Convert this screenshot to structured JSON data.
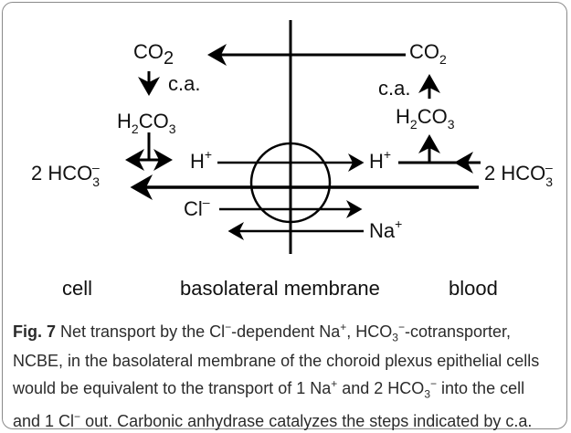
{
  "labels": {
    "co2": "CO",
    "two": "2",
    "ca": "c.a.",
    "h2co3_h": "H",
    "h2co3_co": "CO",
    "three": "3",
    "hplus_h": "H",
    "plus": "+",
    "hco3_coef": "2 HCO",
    "minus": "–",
    "cl": "Cl",
    "na": "Na"
  },
  "bottom_labels": {
    "cell": "cell",
    "membrane": "basolateral membrane",
    "blood": "blood"
  },
  "caption": {
    "fig_label": "Fig. 7",
    "text_1": "Net transport by the Cl",
    "text_2": "-dependent Na",
    "text_3": ", HCO",
    "text_4": "-cotransporter, NCBE, in the basolateral membrane of the choroid plexus epithelial cells would be equivalent to the transport of 1 Na",
    "text_5": "and 2 HCO",
    "text_6": "into the cell and 1 Cl",
    "text_7": "out. Carbonic anhydrase catalyzes the steps indicated by c.a.",
    "sup_minus": "−",
    "sup_plus": "+",
    "sub_3": "3"
  }
}
